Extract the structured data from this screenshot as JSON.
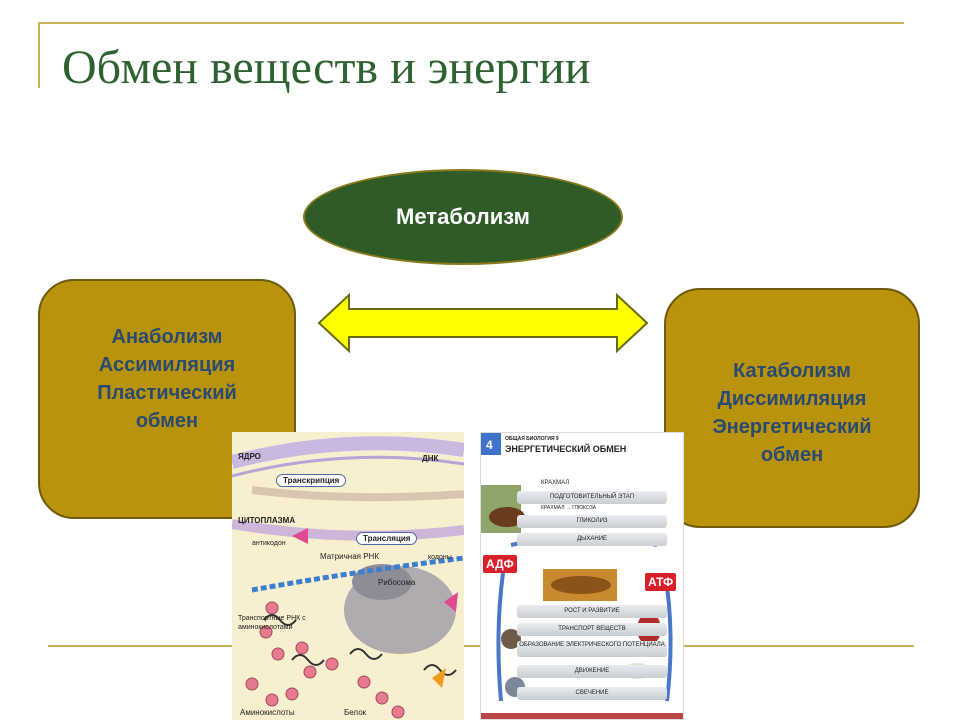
{
  "title": "Обмен веществ и энергии",
  "center": {
    "label": "Метаболизм"
  },
  "left_box": {
    "lines": [
      "Анаболизм",
      "Ассимиляция",
      "Пластический",
      "обмен"
    ]
  },
  "right_box": {
    "lines": [
      "Катаболизм",
      "Диссимиляция",
      "Энергетический",
      "обмен"
    ]
  },
  "colors": {
    "title": "#2f6231",
    "ellipse": "#2e5b26",
    "box_fill": "#b8930b",
    "box_text": "#2b4a71",
    "arrow_fill": "#ffff00",
    "arrow_stroke": "#6a6a10",
    "frame": "#c8b25a"
  },
  "left_image": {
    "labels": {
      "nucleus": "ЯДРО",
      "dna": "ДНК",
      "transcription": "Транскрипция",
      "cytoplasm": "ЦИТОПЛАЗМА",
      "translation": "Трансляция",
      "anticodon": "антикодон",
      "mrna": "Матричная РНК",
      "codons": "кодоны",
      "ribosome": "Рибосома",
      "trna": "Транспортные РНК с аминокислотами",
      "amino_acids": "Аминокислоты",
      "protein": "Белок"
    }
  },
  "right_image": {
    "header_small": "ОБЩАЯ БИОЛОГИЯ 9",
    "number": "4",
    "heading": "ЭНЕРГЕТИЧЕСКИЙ ОБМЕН",
    "adp": "АДФ",
    "atp": "АТФ",
    "steps": [
      "КРАХМАЛ",
      "ПОДГОТОВИТЕЛЬНЫЙ ЭТАП",
      "КРАХМАЛ → ГЛЮКОЗА",
      "ГЛИКОЛИЗ",
      "ДЫХАНИЕ",
      "РОСТ И РАЗВИТИЕ",
      "ТРАНСПОРТ ВЕЩЕСТВ",
      "ОБРАЗОВАНИЕ ЭЛЕКТРИЧЕСКОГО ПОТЕНЦИАЛА",
      "ДВИЖЕНИЕ",
      "СВЕЧЕНИЕ"
    ]
  }
}
